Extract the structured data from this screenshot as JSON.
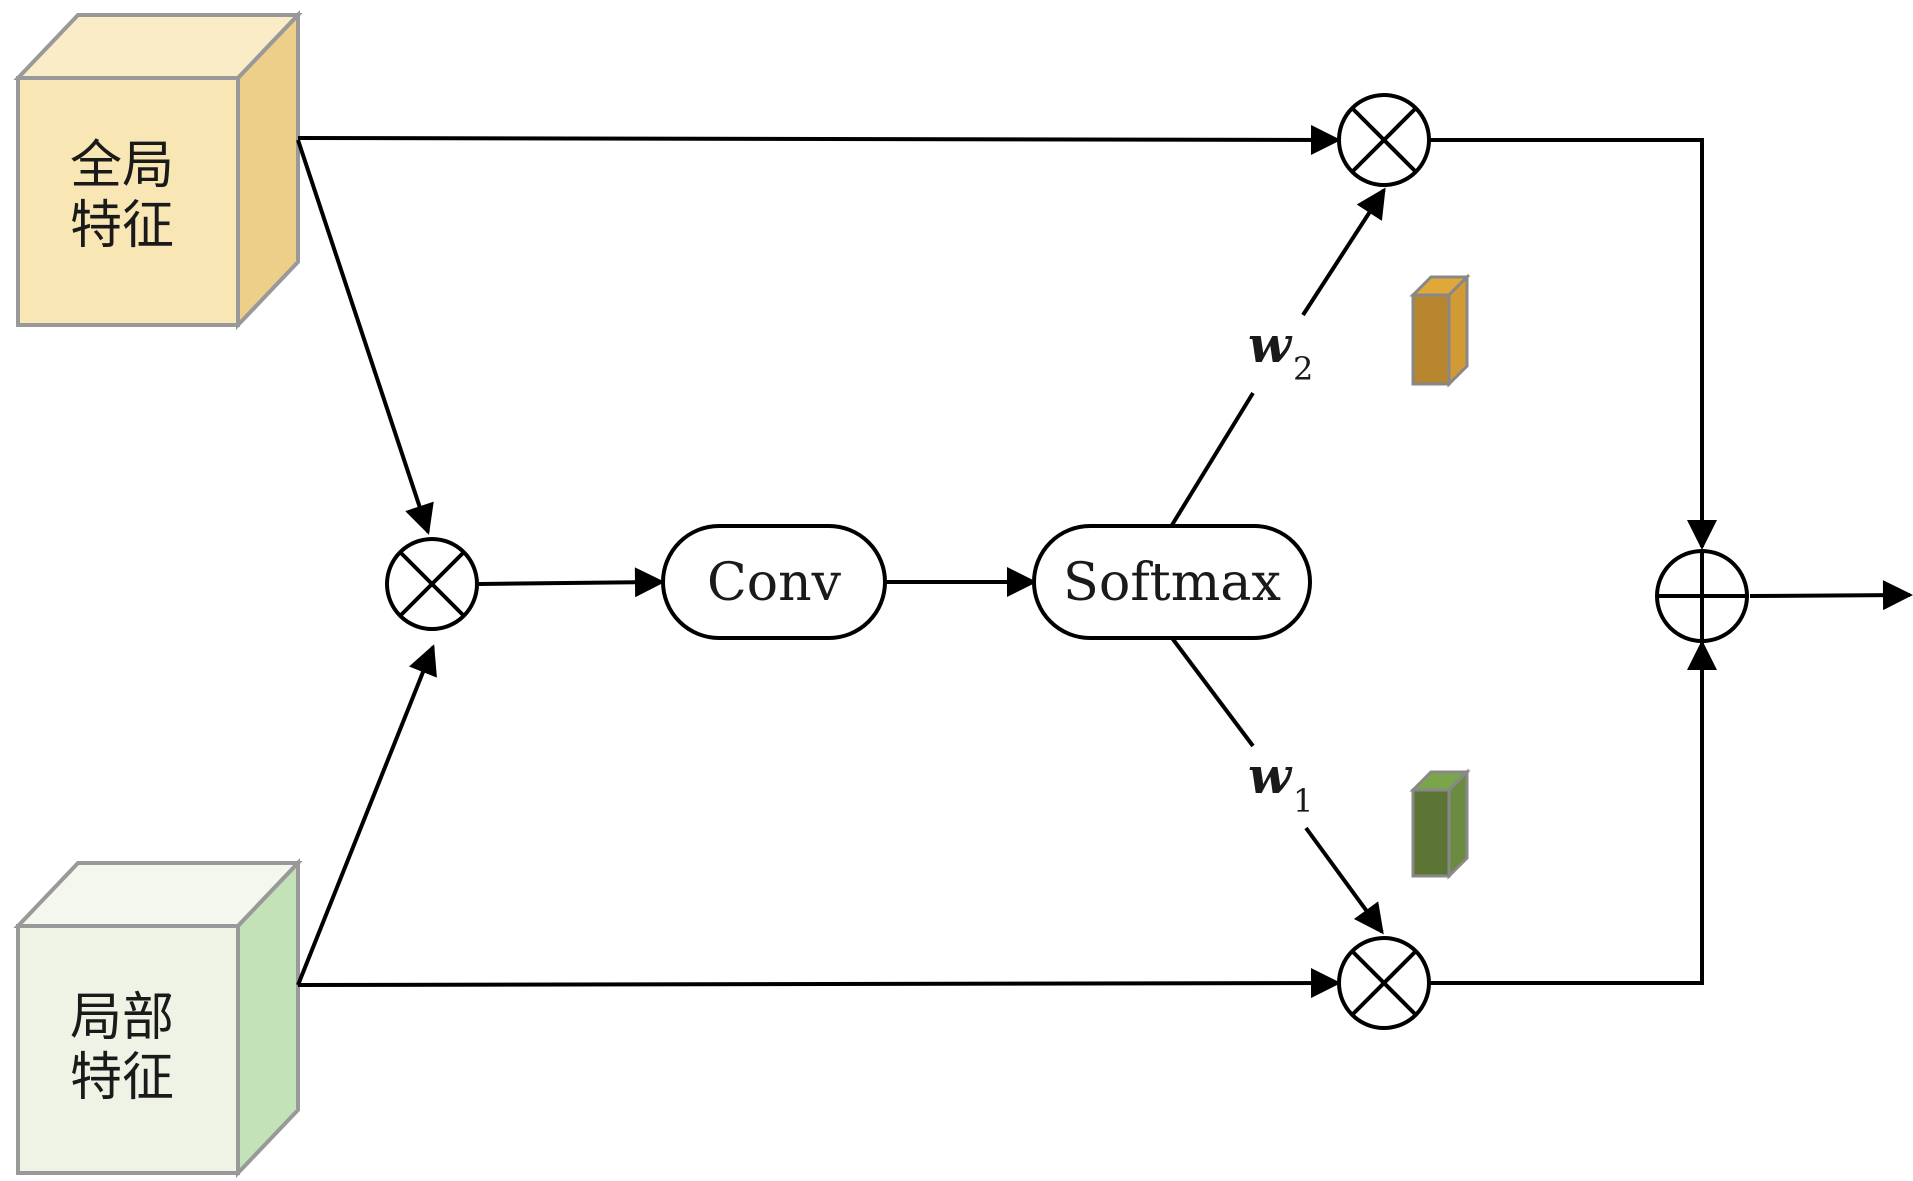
{
  "blocks": {
    "global": {
      "line1": "全局",
      "line2": "特征",
      "front_color": "#f8e6b5",
      "side_color": "#eecf89",
      "top_color": "#faecc6"
    },
    "local": {
      "line1": "局部",
      "line2": "特征",
      "front_color": "#eef3e6",
      "side_color": "#c3e2b7",
      "top_color": "#f3f7ed"
    }
  },
  "nodes": {
    "conv": "Conv",
    "softmax": "Softmax"
  },
  "weights": {
    "w2": {
      "symbol": "w",
      "subscript": "2",
      "bar_color": "#b8862e",
      "bar_top": "#e0a83a"
    },
    "w1": {
      "symbol": "w",
      "subscript": "1",
      "bar_color": "#5c7535",
      "bar_top": "#7aa54a"
    }
  },
  "operators": {
    "multiply": "⊗",
    "add": "⊕"
  }
}
